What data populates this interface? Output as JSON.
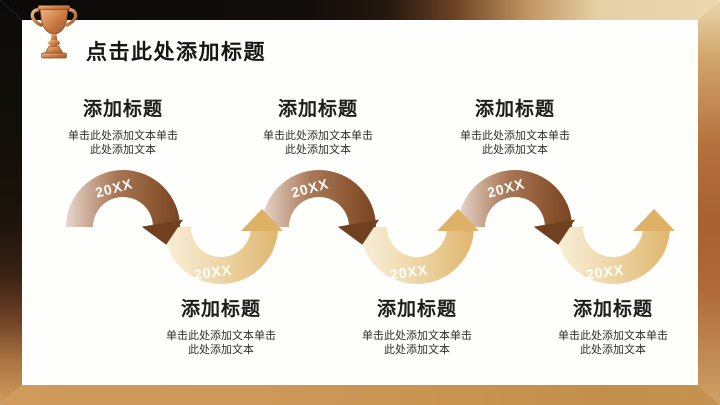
{
  "slide": {
    "title": "点击此处添加标题",
    "header_icon": "trophy-icon"
  },
  "top_sections": [
    {
      "title": "添加标题",
      "body": "单击此处添加文本单击此处添加文本"
    },
    {
      "title": "添加标题",
      "body": "单击此处添加文本单击此处添加文本"
    },
    {
      "title": "添加标题",
      "body": "单击此处添加文本单击此处添加文本"
    }
  ],
  "bottom_sections": [
    {
      "title": "添加标题",
      "body": "单击此处添加文本单击此处添加文本"
    },
    {
      "title": "添加标题",
      "body": "单击此处添加文本单击此处添加文本"
    },
    {
      "title": "添加标题",
      "body": "单击此处添加文本单击此处添加文本"
    }
  ],
  "timeline": {
    "labels": [
      "20XX",
      "20XX",
      "20XX",
      "20XX",
      "20XX",
      "20XX"
    ]
  },
  "colors": {
    "arc_brown_dark": "#71401f",
    "arc_brown_light": "#e7d6cc",
    "arc_gold_dark": "#deb167",
    "arc_gold_light": "#f8efda",
    "frame_black": "#0c0b0a",
    "frame_cream": "#ead8b2",
    "frame_copper": "#b06a38",
    "frame_gold": "#cf9a5c",
    "title_color": "#161616"
  }
}
